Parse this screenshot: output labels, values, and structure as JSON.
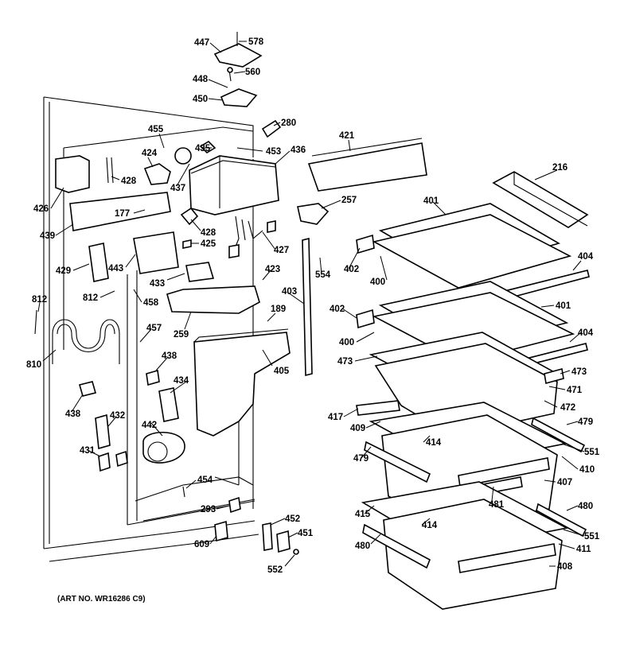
{
  "art_number": "(ART NO. WR16286 C9)",
  "callouts": [
    {
      "id": "l447",
      "text": "447"
    },
    {
      "id": "l578",
      "text": "578"
    },
    {
      "id": "l448",
      "text": "448"
    },
    {
      "id": "l560",
      "text": "560"
    },
    {
      "id": "l450",
      "text": "450"
    },
    {
      "id": "l280",
      "text": "280"
    },
    {
      "id": "l455",
      "text": "455"
    },
    {
      "id": "l435",
      "text": "435"
    },
    {
      "id": "l453",
      "text": "453"
    },
    {
      "id": "l436",
      "text": "436"
    },
    {
      "id": "l421",
      "text": "421"
    },
    {
      "id": "l216",
      "text": "216"
    },
    {
      "id": "l424",
      "text": "424"
    },
    {
      "id": "l426",
      "text": "426"
    },
    {
      "id": "l428a",
      "text": "428"
    },
    {
      "id": "l437",
      "text": "437"
    },
    {
      "id": "l257",
      "text": "257"
    },
    {
      "id": "l177",
      "text": "177"
    },
    {
      "id": "l401a",
      "text": "401"
    },
    {
      "id": "l428b",
      "text": "428"
    },
    {
      "id": "l439",
      "text": "439"
    },
    {
      "id": "l425",
      "text": "425"
    },
    {
      "id": "l427",
      "text": "427"
    },
    {
      "id": "l402a",
      "text": "402"
    },
    {
      "id": "l429",
      "text": "429"
    },
    {
      "id": "l443",
      "text": "443"
    },
    {
      "id": "l404a",
      "text": "404"
    },
    {
      "id": "l423",
      "text": "423"
    },
    {
      "id": "l554",
      "text": "554"
    },
    {
      "id": "l400a",
      "text": "400"
    },
    {
      "id": "l433",
      "text": "433"
    },
    {
      "id": "l403",
      "text": "403"
    },
    {
      "id": "l812a",
      "text": "812"
    },
    {
      "id": "l812b",
      "text": "812"
    },
    {
      "id": "l458",
      "text": "458"
    },
    {
      "id": "l401b",
      "text": "401"
    },
    {
      "id": "l402b",
      "text": "402"
    },
    {
      "id": "l189",
      "text": "189"
    },
    {
      "id": "l259",
      "text": "259"
    },
    {
      "id": "l457",
      "text": "457"
    },
    {
      "id": "l404b",
      "text": "404"
    },
    {
      "id": "l400b",
      "text": "400"
    },
    {
      "id": "l438a",
      "text": "438"
    },
    {
      "id": "l810",
      "text": "810"
    },
    {
      "id": "l473a",
      "text": "473"
    },
    {
      "id": "l473b",
      "text": "473"
    },
    {
      "id": "l405",
      "text": "405"
    },
    {
      "id": "l434",
      "text": "434"
    },
    {
      "id": "l471",
      "text": "471"
    },
    {
      "id": "l438b",
      "text": "438"
    },
    {
      "id": "l472",
      "text": "472"
    },
    {
      "id": "l417",
      "text": "417"
    },
    {
      "id": "l432",
      "text": "432"
    },
    {
      "id": "l479a",
      "text": "479"
    },
    {
      "id": "l442",
      "text": "442"
    },
    {
      "id": "l409",
      "text": "409"
    },
    {
      "id": "l414a",
      "text": "414"
    },
    {
      "id": "l551a",
      "text": "551"
    },
    {
      "id": "l431",
      "text": "431"
    },
    {
      "id": "l479b",
      "text": "479"
    },
    {
      "id": "l410",
      "text": "410"
    },
    {
      "id": "l407",
      "text": "407"
    },
    {
      "id": "l454",
      "text": "454"
    },
    {
      "id": "l481",
      "text": "481"
    },
    {
      "id": "l293",
      "text": "293"
    },
    {
      "id": "l480a",
      "text": "480"
    },
    {
      "id": "l415",
      "text": "415"
    },
    {
      "id": "l452",
      "text": "452"
    },
    {
      "id": "l414b",
      "text": "414"
    },
    {
      "id": "l551b",
      "text": "551"
    },
    {
      "id": "l451",
      "text": "451"
    },
    {
      "id": "l609",
      "text": "609"
    },
    {
      "id": "l480b",
      "text": "480"
    },
    {
      "id": "l411",
      "text": "411"
    },
    {
      "id": "l552",
      "text": "552"
    },
    {
      "id": "l408",
      "text": "408"
    }
  ]
}
